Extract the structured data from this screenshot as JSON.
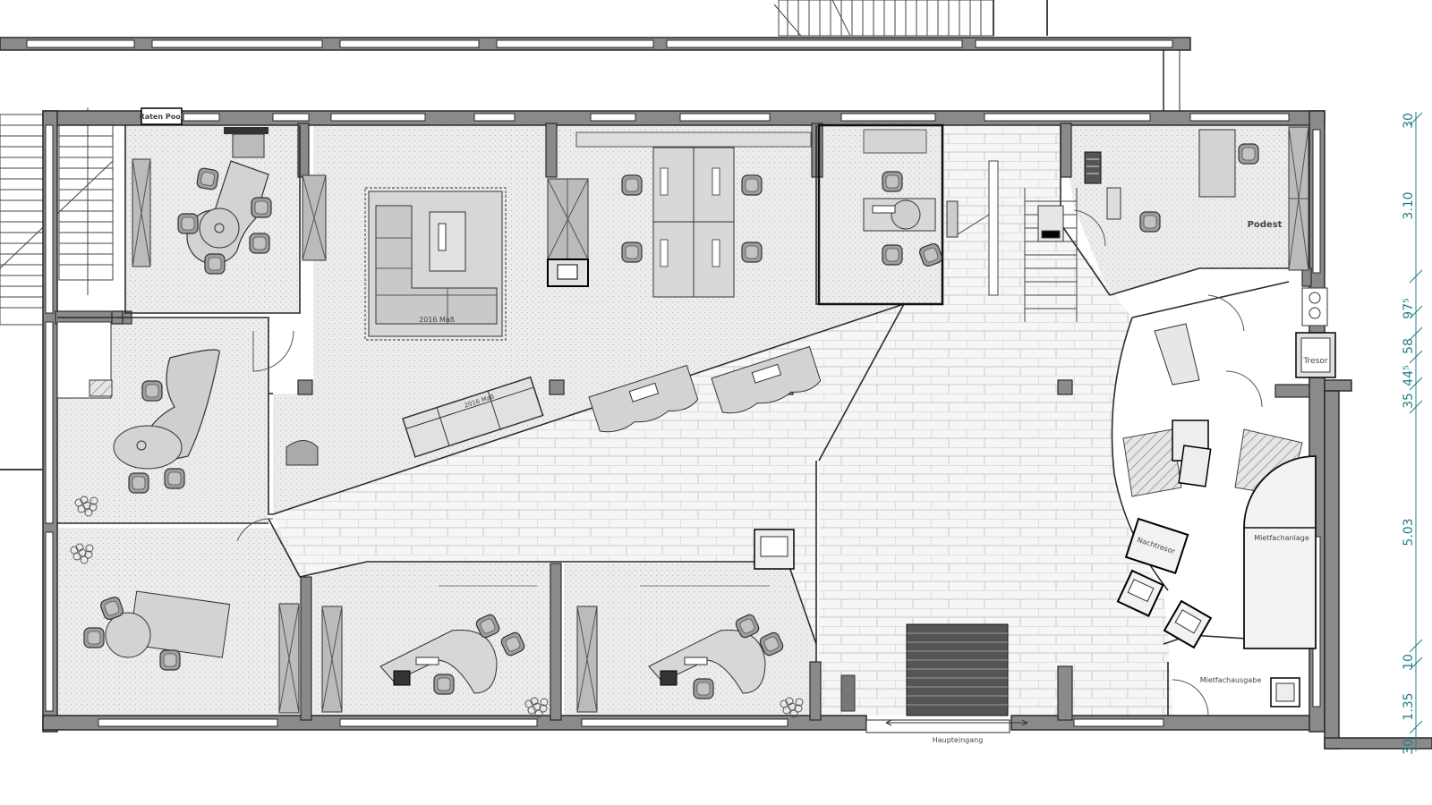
{
  "labels": {
    "podest": "Podest",
    "haupteingang": "Haupteingang",
    "mietfachanlage": "Mietfachanlage",
    "mietfachausgabe": "Mietfachausgabe",
    "tresor": "Tresor",
    "nachtresor": "Nachtresor",
    "sofa_mark": "2016 Maß",
    "bench_mark": "2016 Maß",
    "logo_mark": "Raten Pool"
  },
  "dimensions": [
    "30",
    "3.10",
    "97⁵",
    "35",
    "44⁵",
    "58",
    "5.03",
    "10",
    "1.35",
    "30"
  ],
  "colors": {
    "wall": "#8a8a8a",
    "wall_stroke": "#2b2b2b",
    "carpet": "#ececec",
    "tile_bg": "#f6f6f6",
    "tile_line": "#c9c9c9",
    "dimension": "#1f7f85"
  }
}
